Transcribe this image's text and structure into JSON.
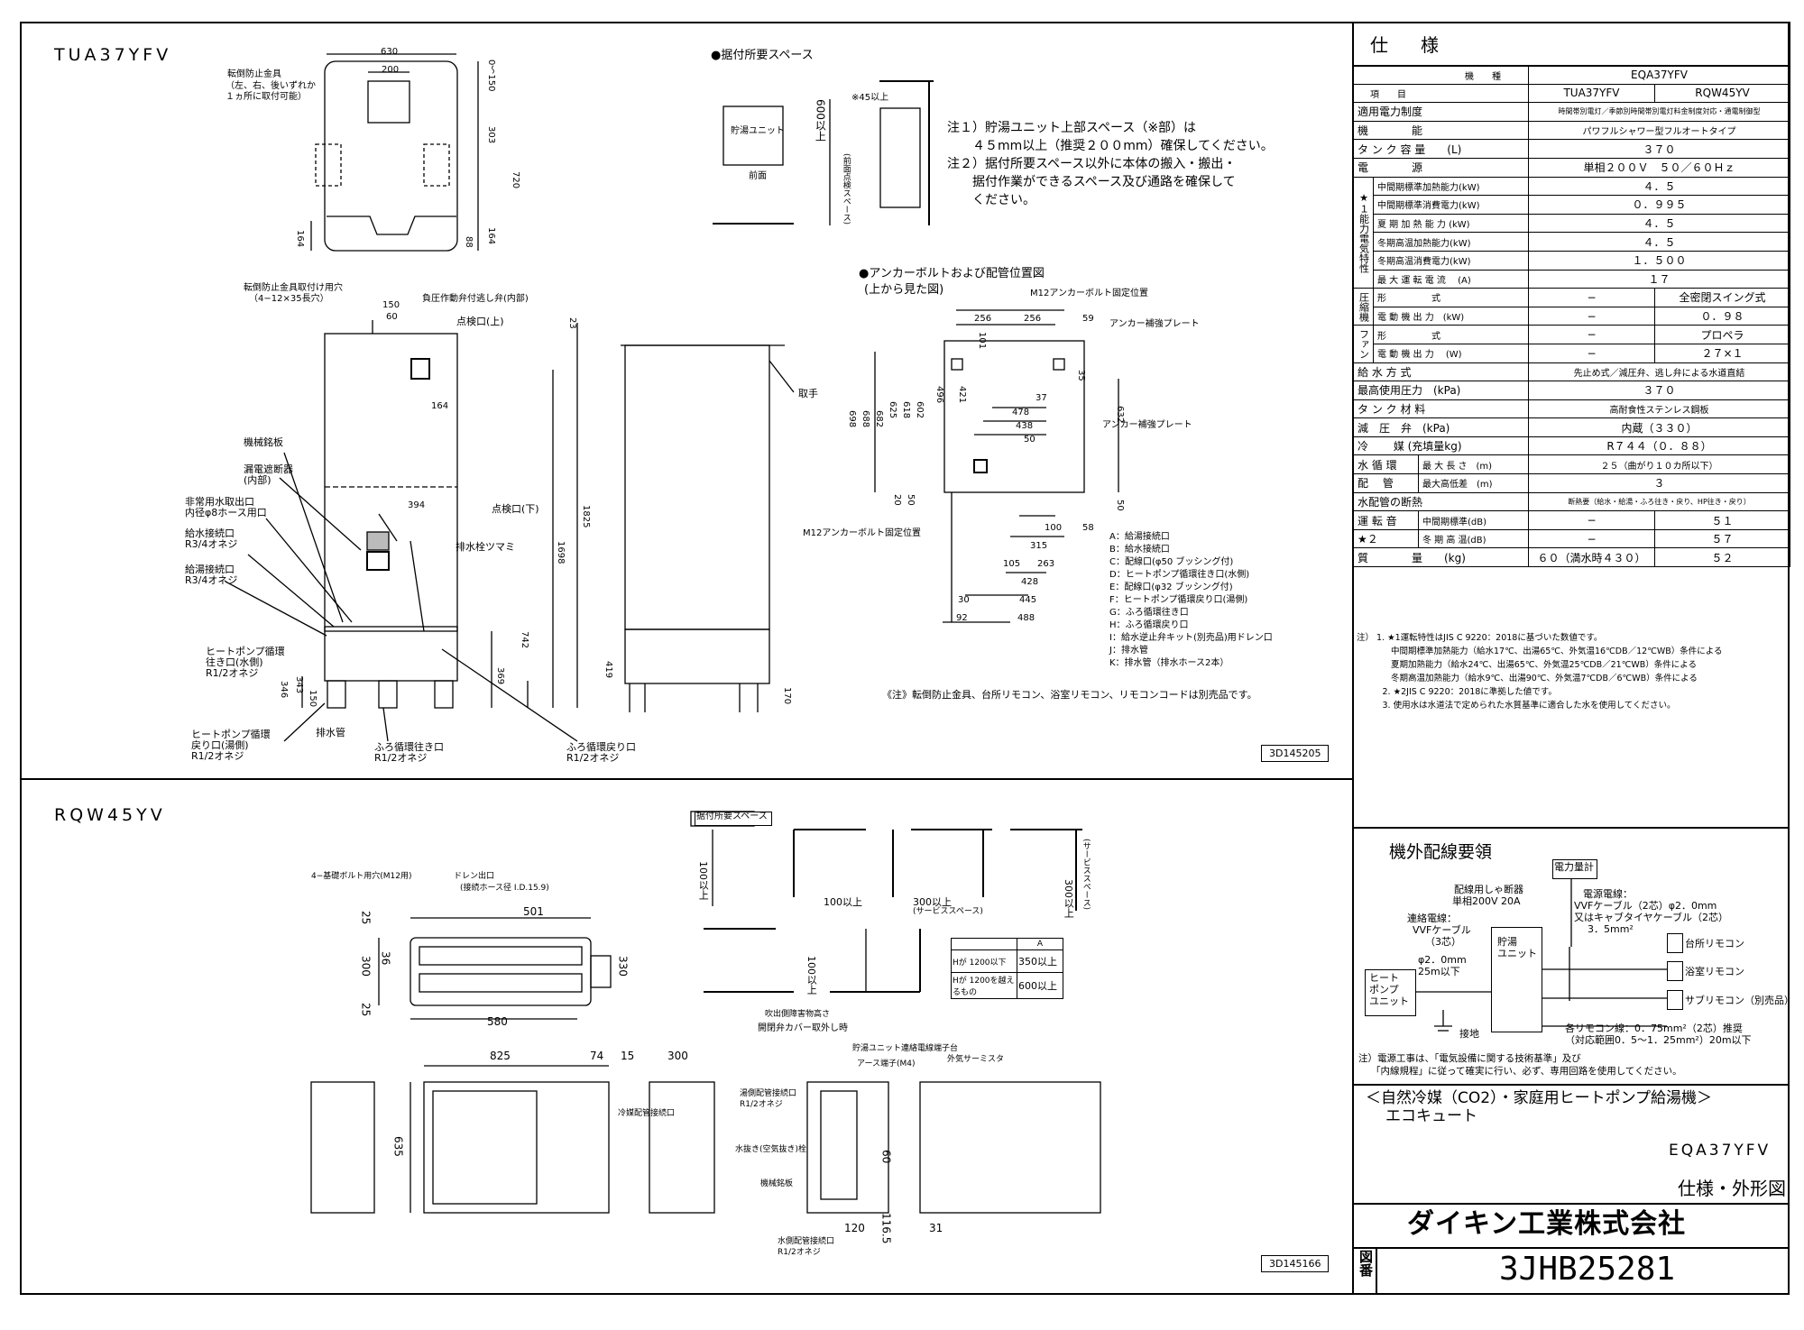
{
  "units": {
    "tank_title": "TUA37YFV",
    "hp_title": "RQW45YV"
  },
  "tank_front": {
    "labels": [
      "転倒防止金具",
      "（左、右、後いずれか",
      " １ヵ所に取付可能）",
      "転倒防止金具取付け用穴",
      "（4−12×35長穴）",
      "負圧作動弁付逃し弁(内部)",
      "点検口(上)",
      "機械銘板",
      "漏電遮断器",
      "(内部)",
      "非常用水取出口",
      "内径φ8ホース用口",
      "給水接続口",
      "R3/4オネジ",
      "給湯接続口",
      "R3/4オネジ",
      "点検口(下)",
      "排水栓ツマミ",
      "ヒートポンプ循環",
      "往き口(水側)",
      "R1/2オネジ",
      "ヒートポンプ循環",
      "戻り口(湯側)",
      "R1/2オネジ",
      "排水管",
      "ふろ循環往き口",
      "R1/2オネジ",
      "ふろ循環戻り口",
      "R1/2オネジ",
      "取手"
    ],
    "dims": [
      "630",
      "200",
      "0〜150",
      "303",
      "720",
      "164",
      "88",
      "164",
      "150",
      "60",
      "23",
      "164",
      "394",
      "1698",
      "1825",
      "742",
      "369",
      "419",
      "170",
      "346",
      "343",
      "150"
    ]
  },
  "install_space": {
    "title": "●据付所要スペース",
    "labels": [
      "貯湯ユニット",
      "前面",
      "600以上",
      "(前面点検スペース)",
      "※45以上"
    ],
    "notes": [
      "注１）貯湯ユニット上部スペース（※部）は",
      "　　４５mm以上（推奨２００mm）確保してください。",
      "注２）据付所要スペース以外に本体の搬入・搬出・",
      "　　据付作業ができるスペース及び通路を確保して",
      "　　ください。"
    ]
  },
  "anchor": {
    "title": "●アンカーボルトおよび配管位置図",
    "subtitle": "(上から見た図)",
    "labels": [
      "M12アンカーボルト固定位置",
      "アンカー補強プレート",
      "アンカー補強プレート",
      "M12アンカーボルト固定位置"
    ],
    "dims": [
      "256",
      "256",
      "59",
      "101",
      "35",
      "37",
      "478",
      "438",
      "50",
      "496",
      "421",
      "698",
      "688",
      "682",
      "625",
      "618",
      "602",
      "632",
      "20",
      "50",
      "100",
      "58",
      "315",
      "105",
      "263",
      "428",
      "445",
      "488",
      "30",
      "92",
      "50"
    ],
    "legend": [
      "A：給湯接続口",
      "B：給水接続口",
      "C：配線口(φ50 ブッシング付)",
      "D：ヒートポンプ循環往き口(水側)",
      "E：配線口(φ32 ブッシング付)",
      "F：ヒートポンプ循環戻り口(湯側)",
      "G：ふろ循環往き口",
      "H：ふろ循環戻り口",
      "I：給水逆止弁キット(別売品)用ドレン口",
      "J：排水管",
      "K：排水管（排水ホース2本）"
    ],
    "note": "《注》転倒防止金具、台所リモコン、浴室リモコン、リモコンコードは別売品です。",
    "drawing_no": "3D145205"
  },
  "hp": {
    "labels": [
      "4−基礎ボルト用穴(M12用)",
      "ドレン出口",
      "(接続ホース径 I.D.15.9)",
      "冷媒配管接続口",
      "アース端子(M4)",
      "外気サーミスタ",
      "湯側配管接続口",
      "R1/2オネジ",
      "水抜き(空気抜き)栓",
      "機械銘板",
      "水側配管接続口",
      "R1/2オネジ",
      "貯湯ユニット連絡電線端子台"
    ],
    "dims": [
      "501",
      "580",
      "25",
      "300",
      "36",
      "330",
      "25",
      "825",
      "74",
      "15",
      "300",
      "635",
      "60",
      "120",
      "116.5",
      "31"
    ],
    "space_title": "据付所要スペース",
    "space_labels": [
      "100以上",
      "100以上",
      "300以上",
      "(サービススペース)",
      "300以上",
      "(サービススペース)",
      "100以上",
      "吹出側障害物高さ",
      "開閉弁カバー取外し時"
    ],
    "h_table": {
      "head": "A",
      "rows": [
        [
          "Hが 1200以下",
          "350以上"
        ],
        [
          "Hが 1200を越えるもの",
          "600以上"
        ]
      ]
    },
    "drawing_no": "3D145166"
  },
  "spec": {
    "title": "仕　様",
    "model_label": "機　　種",
    "model": "EQA37YFV",
    "item_label": "項　　目",
    "tank_model": "TUA37YFV",
    "hp_model": "RQW45YV",
    "rows1": [
      [
        "適用電力制度",
        "時間帯別電灯／季節別時間帯別電灯料金制度対応・通電制御型"
      ],
      [
        "機　　　　能",
        "パワフルシャワー型フルオートタイプ"
      ],
      [
        "タ ン ク 容 量　　(L)",
        "３７０"
      ],
      [
        "電　　　　源",
        "単相２００Ｖ　５０／６０Ｈｚ"
      ]
    ],
    "perf_group": "★１能力電気特性",
    "perf_rows": [
      [
        "中間期標準加熱能力(kW)",
        "４．５"
      ],
      [
        "中間期標準消費電力(kW)",
        "０．９９５"
      ],
      [
        "夏 期 加 熱 能 力 (kW)",
        "４．５"
      ],
      [
        "冬期高温加熱能力(kW)",
        "４．５"
      ],
      [
        "冬期高温消費電力(kW)",
        "１．５００"
      ],
      [
        "最 大 運 転 電 流　 (A)",
        "１７"
      ]
    ],
    "comp_group": "圧縮機",
    "comp_rows": [
      [
        "形　　　　　式",
        "−",
        "全密閉スイング式"
      ],
      [
        "電 動 機 出 力　(kW)",
        "−",
        "０．９８"
      ]
    ],
    "fan_group": "ファン",
    "fan_rows": [
      [
        "形　　　　　式",
        "−",
        "プロペラ"
      ],
      [
        "電 動 機 出 力　 (W)",
        "−",
        "２７×１"
      ]
    ],
    "rows2": [
      [
        "給 水 方 式",
        "先止め式／減圧弁、逃し弁による水道直結"
      ],
      [
        "最高使用圧力　(kPa)",
        "３７０"
      ],
      [
        "タ ン ク 材 料",
        "高耐食性ステンレス鋼板"
      ],
      [
        "減　圧　弁　(kPa)",
        "内蔵（３３０）"
      ],
      [
        "冷　　 媒 (充填量kg)",
        "R７４４（０．８８）"
      ]
    ],
    "pipe_rows": [
      [
        "水 循 環",
        "最 大 長 さ　(m)",
        "２５（曲がり１０カ所以下）"
      ],
      [
        "配　 管",
        "最大高低差　(m)",
        "３"
      ]
    ],
    "insul_row": [
      "水配管の断熱",
      "断熱要（給水・給湯・ふろ往き・戻り、HP往き・戻り）"
    ],
    "noise_group1": "運 転 音",
    "noise_group2": "★２",
    "noise_rows": [
      [
        "中間期標準(dB)",
        "−",
        "５１"
      ],
      [
        "冬 期 高 温(dB)",
        "−",
        "５７"
      ]
    ],
    "mass_row": [
      "質　　　　量　　(kg)",
      "６０（満水時４３０）",
      "５２"
    ],
    "notes": [
      "注） 1. ★1運転特性はJIS C 9220：2018に基づいた数値です。",
      "　　　　中間期標準加熱能力（給水17℃、出湯65℃、外気温16℃DB／12℃WB）条件による",
      "　　　　夏期加熱能力（給水24℃、出湯65℃、外気温25℃DB／21℃WB）条件による",
      "　　　　冬期高温加熱能力（給水9℃、出湯90℃、外気温7℃DB／6℃WB）条件による",
      "　　　2. ★2JIS C 9220：2018に準拠した値です。",
      "　　　3. 使用水は水道法で定められた水質基準に適合した水を使用してください。"
    ]
  },
  "wiring": {
    "title": "機外配線要領",
    "labels": [
      "電力量計",
      "配線用しゃ断器",
      "単相200V 20A",
      "電源電線：",
      "VVFケーブル（2芯）φ2．0mm",
      "又はキャブタイヤケーブル（2芯）",
      "3．5mm²",
      "連絡電線：",
      "VVFケーブル",
      "（3芯）",
      "φ2．0mm",
      "25m以下",
      "貯湯",
      "ユニット",
      "ヒート",
      "ポンプ",
      "ユニット",
      "接地",
      "台所リモコン",
      "浴室リモコン",
      "サブリモコン（別売品）",
      "各リモコン線：0．75mm²（2芯）推奨",
      "（対応範囲0．5〜1．25mm²）20m以下"
    ],
    "note1": "注）電源工事は、「電気設備に関する技術基準」及び",
    "note2": "「内線規程」に従って確実に行い、必ず、専用回路を使用してください。"
  },
  "title_block": {
    "product": "＜自然冷媒（CO2）・家庭用ヒートポンプ給湯機＞",
    "product2": "エコキュート",
    "model": "EQA37YFV",
    "drawing_title": "仕様・外形図",
    "company": "ダイキン工業株式会社",
    "drawing_label": "図番",
    "drawing_no": "3JHB25281"
  }
}
